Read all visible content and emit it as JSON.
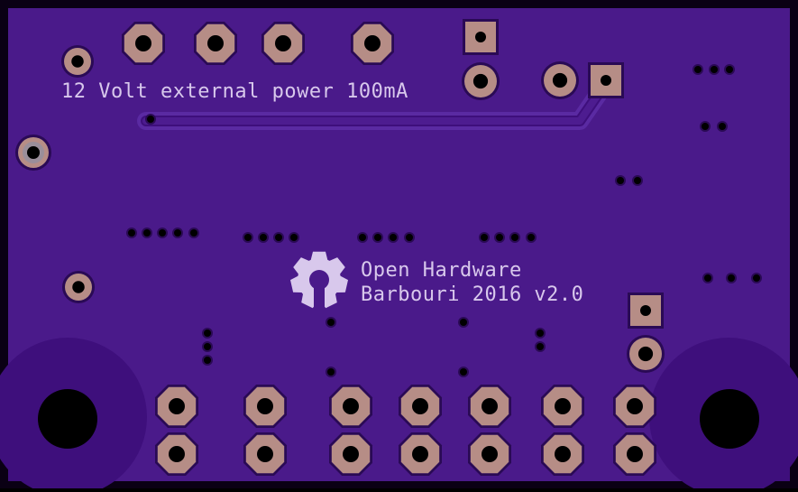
{
  "silkscreen": {
    "power_label": "12 Volt external power 100mA",
    "oshw_line1": "Open Hardware",
    "oshw_line2": "Barbouri 2016 v2.0"
  },
  "colors": {
    "board_edge": "#0a0014",
    "board": "#4a1a8a",
    "copper_pour": "#3e0f7c",
    "trace": "#5a2aa2",
    "pad_copper": "#b68d86",
    "drill": "#000000",
    "silkscreen": "#d8c8ec"
  },
  "icons": {
    "logo": "open-hardware-gear-icon"
  }
}
